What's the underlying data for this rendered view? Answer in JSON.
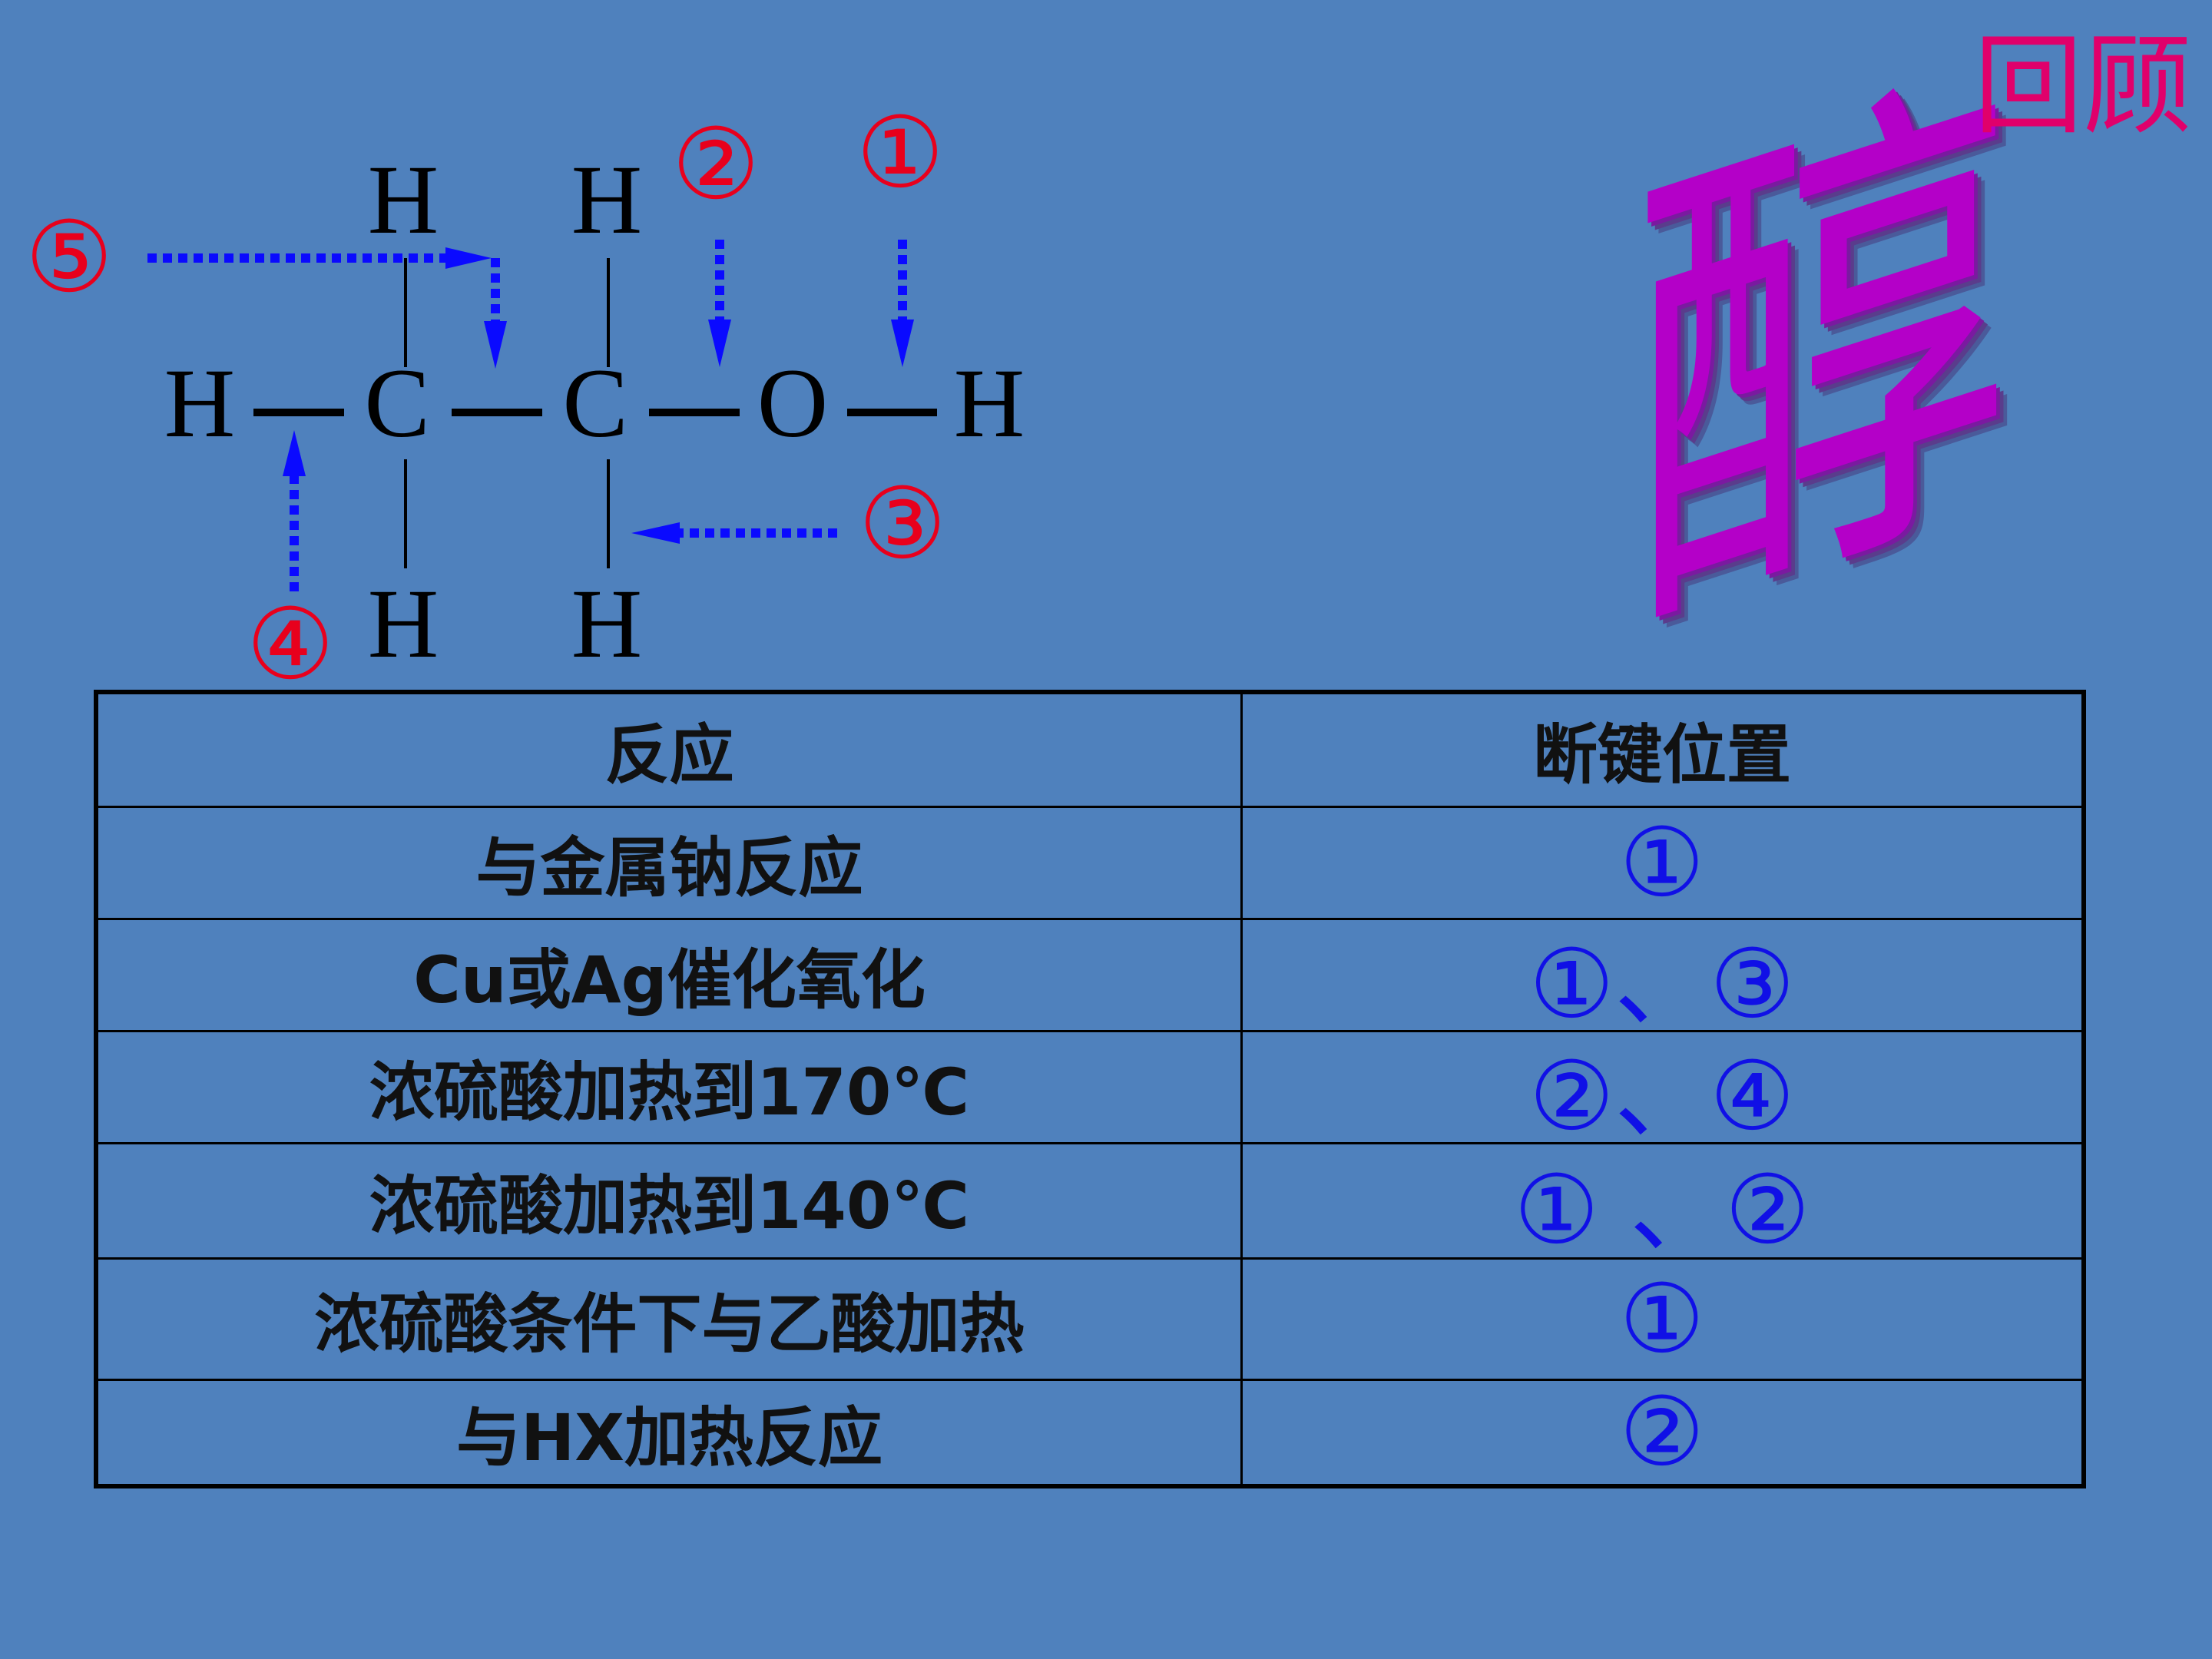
{
  "title": {
    "char": "醇",
    "label": "回顾",
    "char_color": "#b400c8",
    "label_color": "#e0006b"
  },
  "formula": {
    "atoms": {
      "h_top1": "H",
      "h_top2": "H",
      "h_left": "H",
      "c1": "C",
      "c2": "C",
      "o": "O",
      "h_right": "H",
      "h_bot1": "H",
      "h_bot2": "H"
    },
    "markers": {
      "m1": "①",
      "m2": "②",
      "m3": "③",
      "m4": "④",
      "m5": "⑤"
    },
    "marker_color": "#e8001c",
    "arrow_color": "#0a0aff"
  },
  "table": {
    "headers": [
      "反应",
      "断键位置"
    ],
    "rows": [
      {
        "reaction": "与金属钠反应",
        "bonds": "①"
      },
      {
        "reaction": "Cu或Ag催化氧化",
        "bonds": "①、③"
      },
      {
        "reaction": "浓硫酸加热到170℃",
        "bonds": "②、④"
      },
      {
        "reaction": "浓硫酸加热到140℃",
        "bonds": "① 、②"
      },
      {
        "reaction": "浓硫酸条件下与乙酸加热",
        "bonds": "①"
      },
      {
        "reaction": "与HX加热反应",
        "bonds": "②"
      }
    ]
  },
  "colors": {
    "background": "#4f81bd",
    "answer": "#1010e6"
  }
}
